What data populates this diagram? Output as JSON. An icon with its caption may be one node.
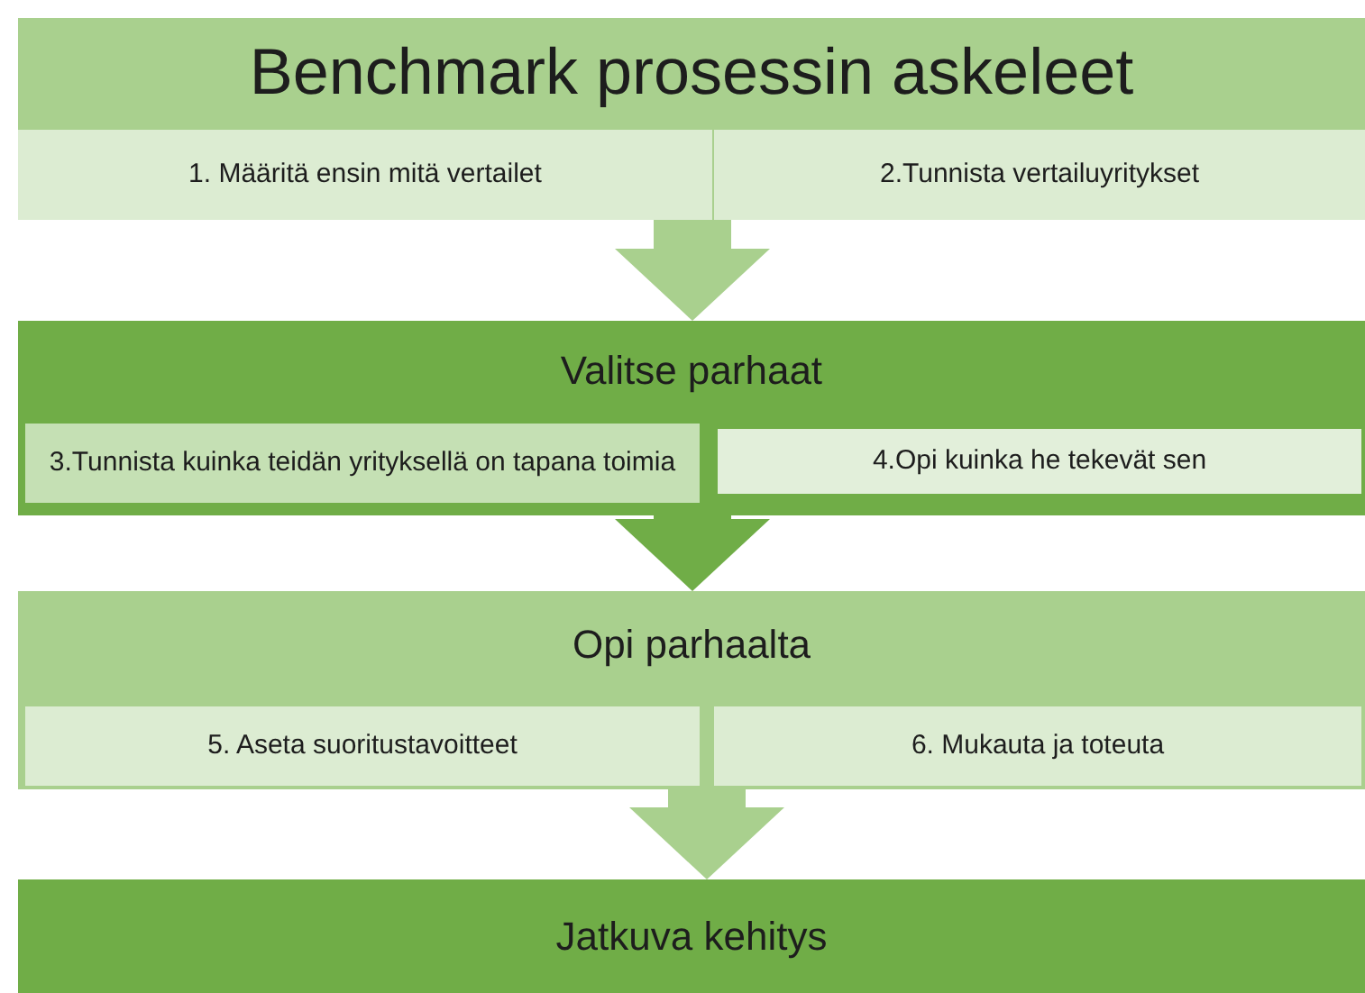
{
  "diagram": {
    "nodes": [
      {
        "text": [
          "Benchmark prosessin askeleet"
        ]
      },
      {
        "text": [
          "1. Määritä ensin mitä vertailet"
        ],
        "in": 0
      },
      {
        "text": [
          "2.Tunnista vertailuyritykset"
        ],
        "in": 0
      },
      {
        "text": [
          "Valitse parhaat"
        ]
      },
      {
        "text": [
          "3.Tunnista kuinka teidän yrityksellä on tapana toimia"
        ],
        "in": 3
      },
      {
        "text": [
          "4.Opi kuinka he tekevät sen"
        ],
        "in": 3
      },
      {
        "text": [
          "Opi parhaalta"
        ]
      },
      {
        "text": [
          "5. Aseta suoritustavoitteet"
        ],
        "in": 6
      },
      {
        "text": [
          "6. Mukauta ja toteuta"
        ],
        "in": 6
      },
      {
        "text": [
          "Jatkuva kehitys"
        ]
      }
    ],
    "edges": [
      {
        "from": 0,
        "to": 3,
        "arrow": "to"
      },
      {
        "from": 3,
        "to": 6,
        "arrow": "to",
        "color": "#70ad47"
      },
      {
        "from": 6,
        "to": 9,
        "arrow": "to"
      }
    ]
  }
}
